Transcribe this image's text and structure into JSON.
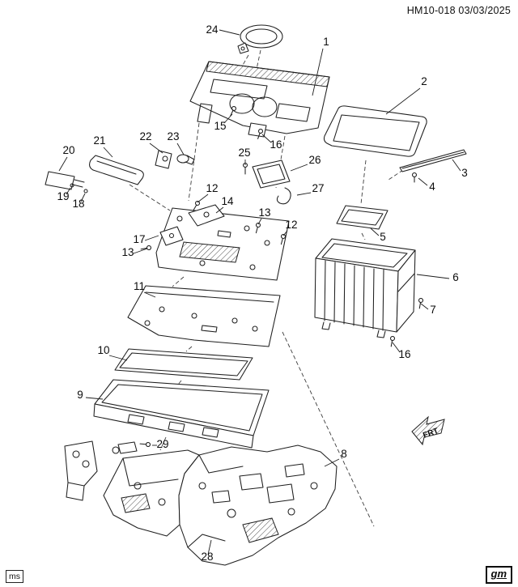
{
  "page": {
    "doc_ref": "HM10-018 03/03/2025",
    "bottom_left_mark": "ms",
    "bottom_right_mark": "gm",
    "front_indicator": "FRT"
  },
  "diagram": {
    "type": "exploded-parts-diagram",
    "subject": "center-console-assembly",
    "callouts": [
      {
        "id": "c24",
        "label": "24"
      },
      {
        "id": "c1",
        "label": "1"
      },
      {
        "id": "c2",
        "label": "2"
      },
      {
        "id": "c3",
        "label": "3"
      },
      {
        "id": "c4",
        "label": "4"
      },
      {
        "id": "c15",
        "label": "15"
      },
      {
        "id": "c16a",
        "label": "16"
      },
      {
        "id": "c22",
        "label": "22"
      },
      {
        "id": "c23",
        "label": "23"
      },
      {
        "id": "c21",
        "label": "21"
      },
      {
        "id": "c20",
        "label": "20"
      },
      {
        "id": "c25",
        "label": "25"
      },
      {
        "id": "c26",
        "label": "26"
      },
      {
        "id": "c27",
        "label": "27"
      },
      {
        "id": "c19",
        "label": "19"
      },
      {
        "id": "c18",
        "label": "18"
      },
      {
        "id": "c12a",
        "label": "12"
      },
      {
        "id": "c14",
        "label": "14"
      },
      {
        "id": "c13a",
        "label": "13"
      },
      {
        "id": "c12b",
        "label": "12"
      },
      {
        "id": "c17",
        "label": "17"
      },
      {
        "id": "c13b",
        "label": "13"
      },
      {
        "id": "c5",
        "label": "5"
      },
      {
        "id": "c6",
        "label": "6"
      },
      {
        "id": "c7",
        "label": "7"
      },
      {
        "id": "c11",
        "label": "11"
      },
      {
        "id": "c16b",
        "label": "16"
      },
      {
        "id": "c10",
        "label": "10"
      },
      {
        "id": "c9",
        "label": "9"
      },
      {
        "id": "c29",
        "label": "29"
      },
      {
        "id": "c8",
        "label": "8"
      },
      {
        "id": "c28",
        "label": "28"
      }
    ]
  }
}
